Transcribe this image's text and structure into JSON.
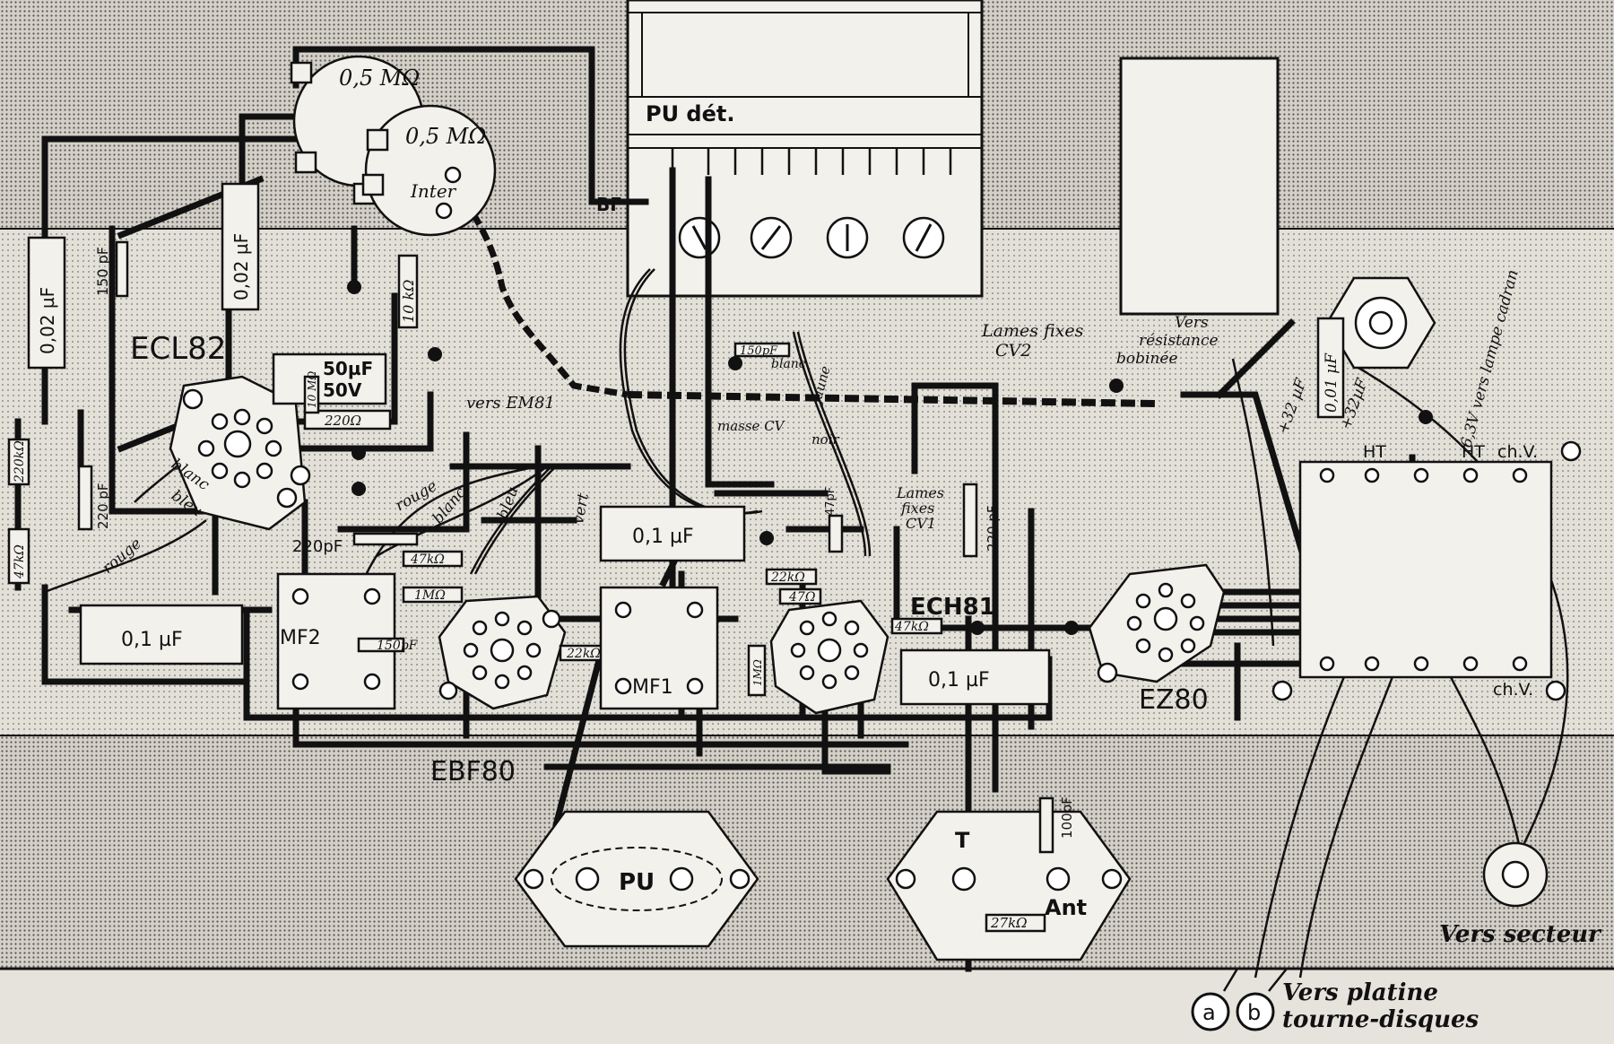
{
  "diagram": {
    "tubes": {
      "ecl82": "ECL82",
      "ebf80": "EBF80",
      "ech81": "ECH81",
      "ez80": "EZ80"
    },
    "transformers": {
      "mf1": "MF1",
      "mf2": "MF2"
    },
    "potentiometers": {
      "pot1": "0,5 MΩ",
      "pot2": "0,5 MΩ",
      "pot2_sub": "Inter"
    },
    "switch_panel": {
      "title": "PU dét.",
      "bf": "BF"
    },
    "capacitors": {
      "c_002_left": "0,02 µF",
      "c_002_mid": "0,02 µF",
      "c_150pf_ecl": "150 pF",
      "c_50uf": "50µF",
      "c_50v": "50V",
      "c_220pf_left": "220 pF",
      "c_01_left": "0,1 µF",
      "c_220pf_mf2": "220pF",
      "c_150pf_mf2": "150pF",
      "c_01_mid": "0,1 µF",
      "c_01_right": "0,1 µF",
      "c_47pf": "47pF",
      "c_220pf_right": "220 pF",
      "c_32_a": "+32 µF",
      "c_32_b": "+32µF",
      "c_001": "0,01 µF",
      "c_100pf": "100pF",
      "c_150pf_cv": "150pF"
    },
    "resistors": {
      "r_220k": "220kΩ",
      "r_47k_left": "47kΩ",
      "r_10m": "10 MΩ",
      "r_220": "220Ω",
      "r_10k": "10 kΩ",
      "r_47k_mf2": "47kΩ",
      "r_1m_mf2": "1MΩ",
      "r_22k_ebf": "22kΩ",
      "r_22k_ech": "22kΩ",
      "r_47": "47Ω",
      "r_1m_ech": "1MΩ",
      "r_47k_ech": "47kΩ",
      "r_27k": "27kΩ"
    },
    "wire_labels": {
      "rouge1": "rouge",
      "blanc1": "blanc",
      "bleu1": "bleu",
      "rouge2": "rouge",
      "blanc2": "blanc",
      "bleu2": "bleu",
      "vert": "vert",
      "jaune": "jaune",
      "noir": "noir",
      "blanc3": "blanc",
      "masse_cv": "masse CV",
      "vers_em81": "vers EM81"
    },
    "annotations": {
      "lames_cv2_a": "Lames fixes",
      "lames_cv2_b": "CV2",
      "lames_cv1_a": "Lames",
      "lames_cv1_b": "fixes",
      "lames_cv1_c": "CV1",
      "vers_res_a": "Vers",
      "vers_res_b": "résistance",
      "vers_res_c": "bobinée",
      "lampe_cadran": "6,3V vers lampe cadran",
      "ht1": "HT",
      "ht2": "HT",
      "chv1": "ch.V.",
      "chv2": "ch.V.",
      "vers_secteur": "Vers secteur",
      "pu": "PU",
      "t": "T",
      "ant": "Ant",
      "a": "a",
      "b": "b",
      "vers_platine_1": "Vers platine",
      "vers_platine_2": "tourne-disques"
    }
  }
}
